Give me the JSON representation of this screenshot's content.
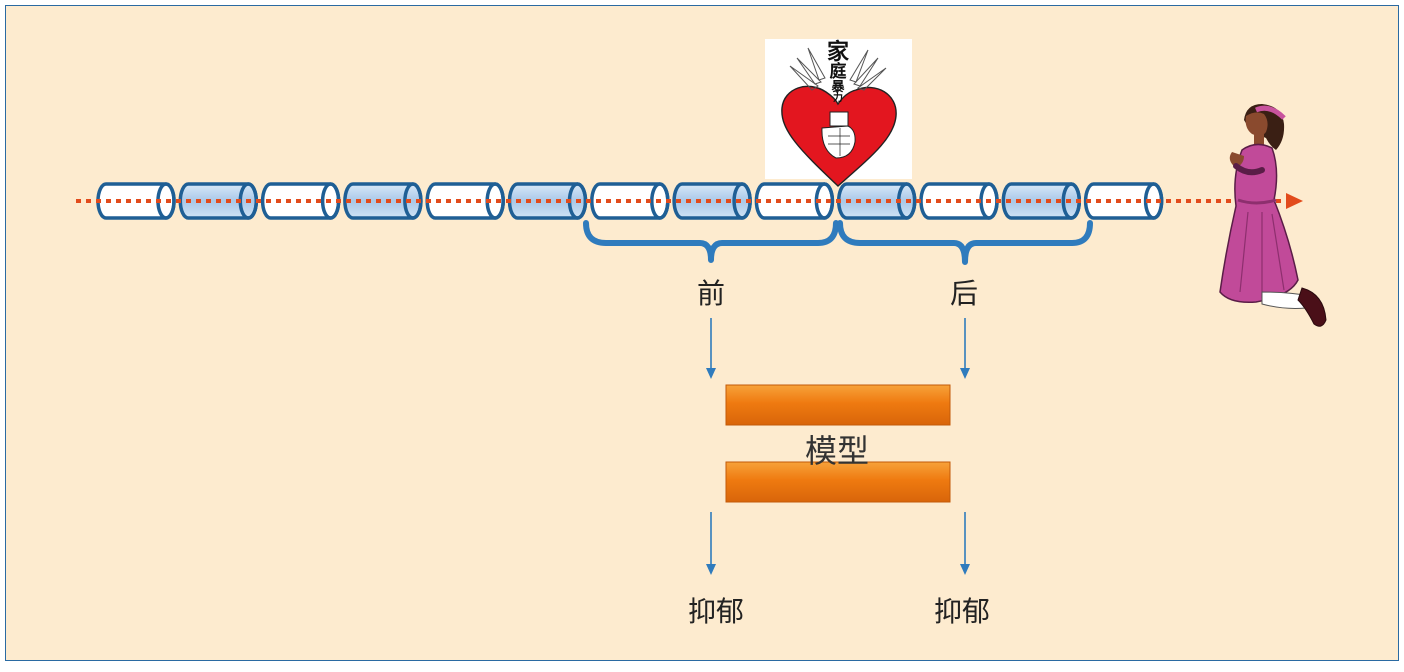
{
  "diagram": {
    "before_label": "前",
    "after_label": "后",
    "model_label": "模型",
    "output_left_label": "抑郁",
    "output_right_label": "抑郁",
    "event_image_text": [
      "家",
      "庭",
      "暴",
      "力"
    ]
  },
  "colors": {
    "background": "#fdebcf",
    "segment_outline": "#1f5f95",
    "segment_fill_light": "#ffffff",
    "segment_fill_blue": "#b8d4ee",
    "timeline_arrow": "#e24b1c",
    "brace": "#2f7bbd",
    "arrow": "#2f7bbd",
    "model_bar": "#ef7a10",
    "heart": "#e3161f"
  },
  "icons": {
    "event": "broken-heart-domestic-violence-icon",
    "person": "kneeling-woman-figure"
  }
}
